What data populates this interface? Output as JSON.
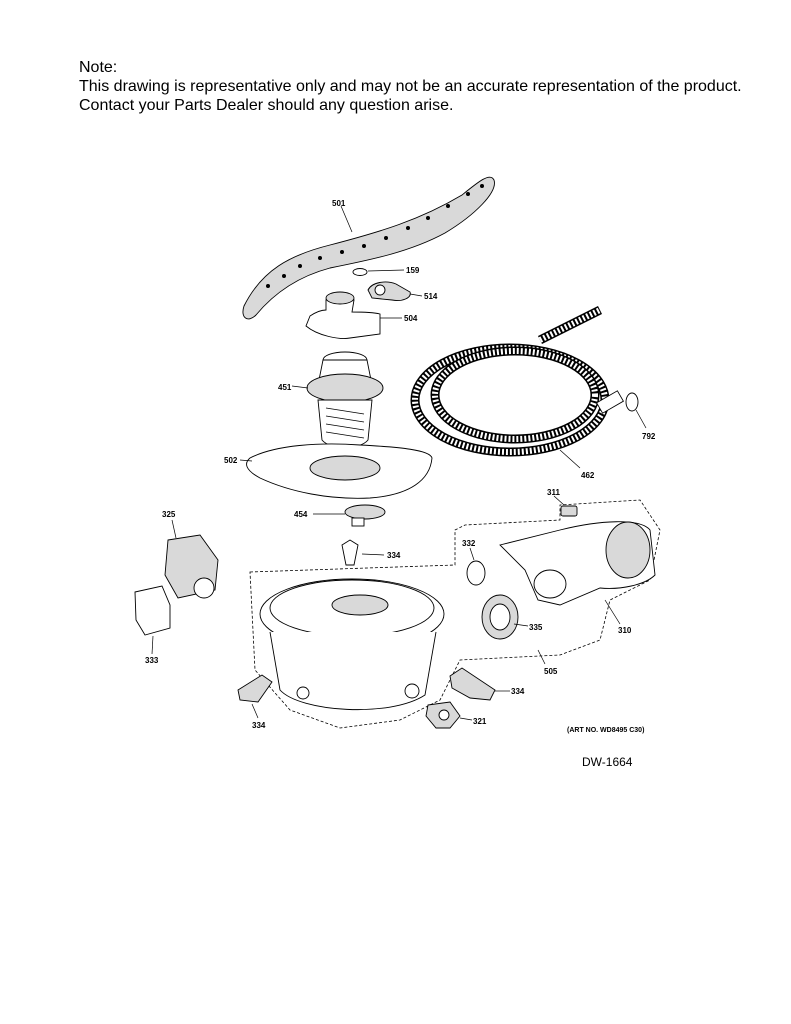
{
  "note": {
    "title": "Note:",
    "line1": "This drawing is representative only and may not be an accurate representation of the product.",
    "line2": "Contact your Parts Dealer should any question arise."
  },
  "callouts": {
    "p501": "501",
    "p159": "159",
    "p514": "514",
    "p504": "504",
    "p451": "451",
    "p792": "792",
    "p462": "462",
    "p502": "502",
    "p311": "311",
    "p454": "454",
    "p325": "325",
    "p334a": "334",
    "p332": "332",
    "p335": "335",
    "p310": "310",
    "p333": "333",
    "p505": "505",
    "p334b": "334",
    "p334c": "334",
    "p321": "321"
  },
  "art_number": "(ART NO. WD8495 C30)",
  "drawing_id": "DW-1664"
}
